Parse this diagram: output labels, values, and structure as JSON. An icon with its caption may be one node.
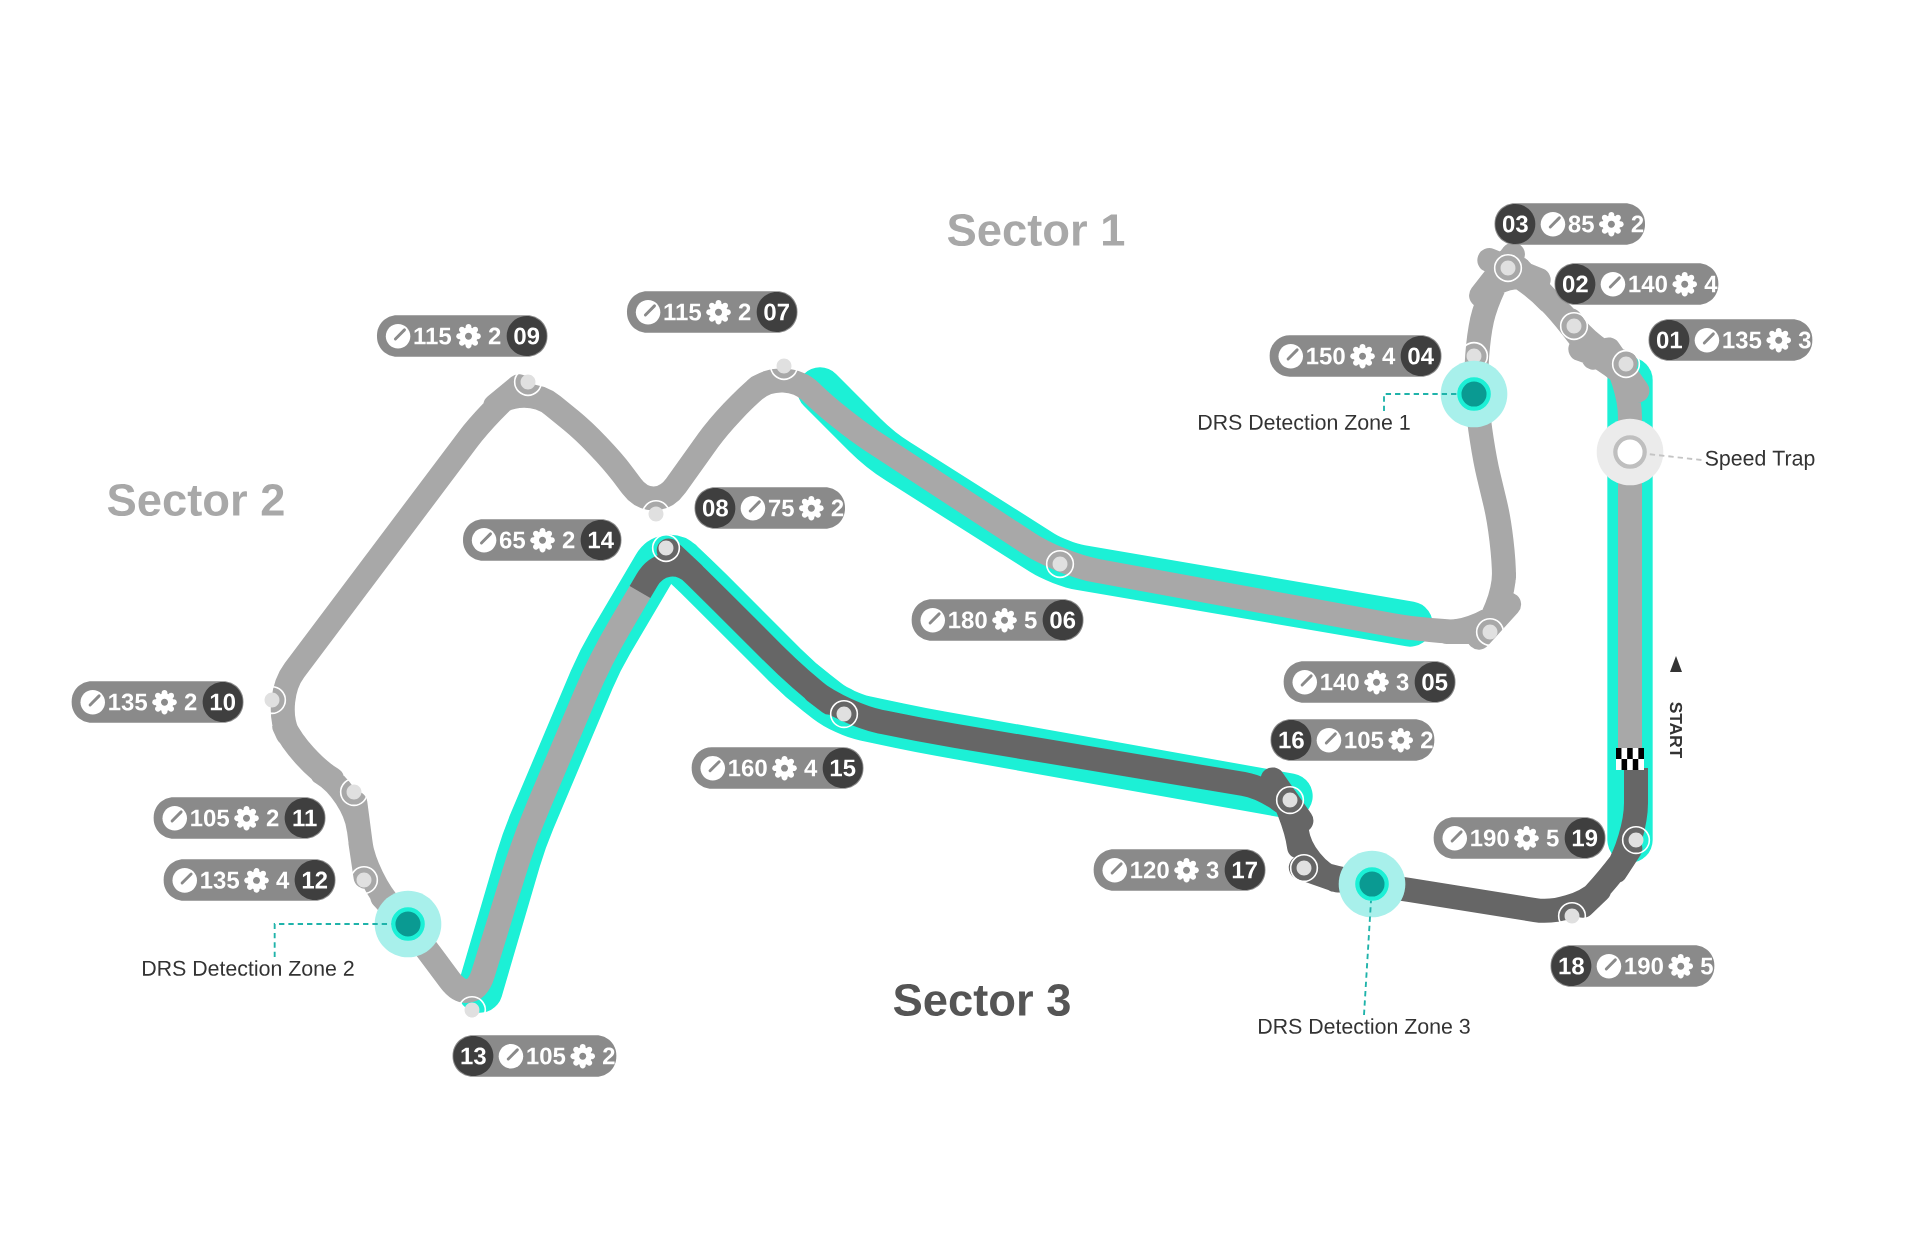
{
  "diagram": {
    "nodes": [
      {
        "text": [
          "01",
          "135",
          "3"
        ]
      },
      {
        "text": [
          "02",
          "140",
          "4"
        ]
      },
      {
        "text": [
          "03",
          "85",
          "2"
        ]
      },
      {
        "text": [
          "150",
          "4",
          "04"
        ]
      },
      {
        "text": [
          "140",
          "3",
          "05"
        ]
      },
      {
        "text": [
          "180",
          "5",
          "06"
        ]
      },
      {
        "text": [
          "115",
          "2",
          "07"
        ]
      },
      {
        "text": [
          "08",
          "75",
          "2"
        ]
      },
      {
        "text": [
          "115",
          "2",
          "09"
        ]
      },
      {
        "text": [
          "135",
          "2",
          "10"
        ]
      },
      {
        "text": [
          "105",
          "2",
          "11"
        ]
      },
      {
        "text": [
          "135",
          "4",
          "12"
        ]
      },
      {
        "text": [
          "13",
          "105",
          "2"
        ]
      },
      {
        "text": [
          "65",
          "2",
          "14"
        ]
      },
      {
        "text": [
          "160",
          "4",
          "15"
        ]
      },
      {
        "text": [
          "16",
          "105",
          "2"
        ]
      },
      {
        "text": [
          "120",
          "3",
          "17"
        ]
      },
      {
        "text": [
          "18",
          "190",
          "5"
        ]
      },
      {
        "text": [
          "190",
          "5",
          "19"
        ]
      },
      {
        "text": [
          "DRS Detection Zone 1"
        ]
      },
      {
        "text": [],
        "shape": "circle"
      },
      {
        "text": [
          "Speed Trap"
        ]
      },
      {
        "text": [],
        "shape": "circle"
      },
      {
        "text": [
          "DRS Detection Zone 2"
        ]
      },
      {
        "text": [],
        "shape": "circle"
      },
      {
        "text": [
          "DRS Detection Zone 3"
        ]
      },
      {
        "text": [],
        "shape": "circle"
      }
    ],
    "edges": [
      {
        "from": 19,
        "to": 20,
        "arrow": "none",
        "style": "dashed",
        "color": "#1fb3aa"
      },
      {
        "from": 21,
        "to": 22,
        "arrow": "none",
        "style": "dashed",
        "color": "#c4c4c4"
      },
      {
        "from": 23,
        "to": 24,
        "arrow": "none",
        "style": "dashed",
        "color": "#1fb3aa"
      },
      {
        "from": 25,
        "to": 26,
        "arrow": "none",
        "style": "dashed",
        "color": "#1fb3aa"
      }
    ],
    "labels": [
      "Sector 1",
      "Sector 2",
      "START",
      "Sector 3"
    ]
  }
}
